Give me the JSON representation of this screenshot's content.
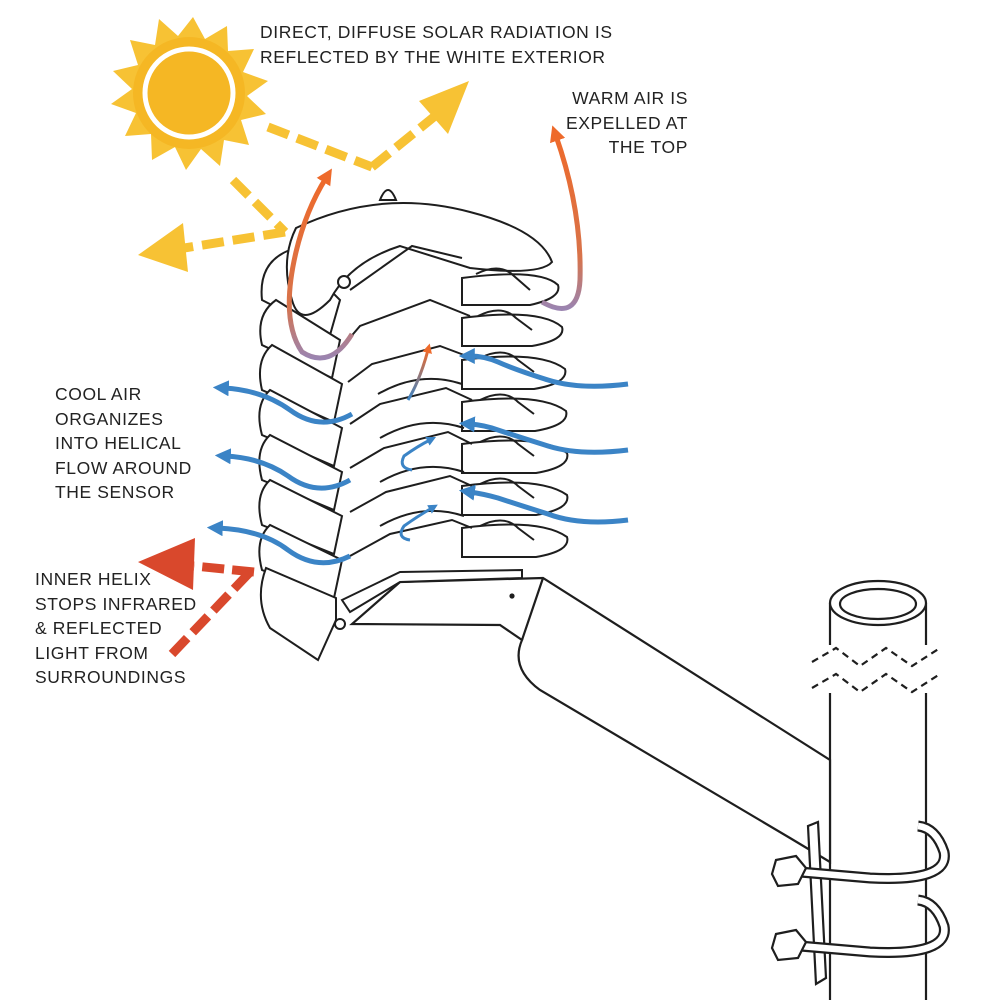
{
  "labels": {
    "solar": [
      "DIRECT, DIFFUSE SOLAR RADIATION IS",
      "REFLECTED BY THE WHITE EXTERIOR"
    ],
    "warm_air": [
      "WARM AIR IS",
      "EXPELLED AT",
      "THE TOP"
    ],
    "cool_air": [
      "COOL AIR",
      "ORGANIZES",
      "INTO HELICAL",
      "FLOW AROUND",
      "THE SENSOR"
    ],
    "inner_helix": [
      "INNER HELIX",
      "STOPS INFRARED",
      "& REFLECTED",
      "LIGHT FROM",
      "SURROUNDINGS"
    ]
  },
  "colors": {
    "sun": "#F5B724",
    "sun_ray": "#F7C234",
    "warm_arrow": "#EE6A2B",
    "cool_arrow": "#3B84C6",
    "infrared_arrow": "#D9482C",
    "outline": "#1E1E1E",
    "text": "#222222"
  }
}
